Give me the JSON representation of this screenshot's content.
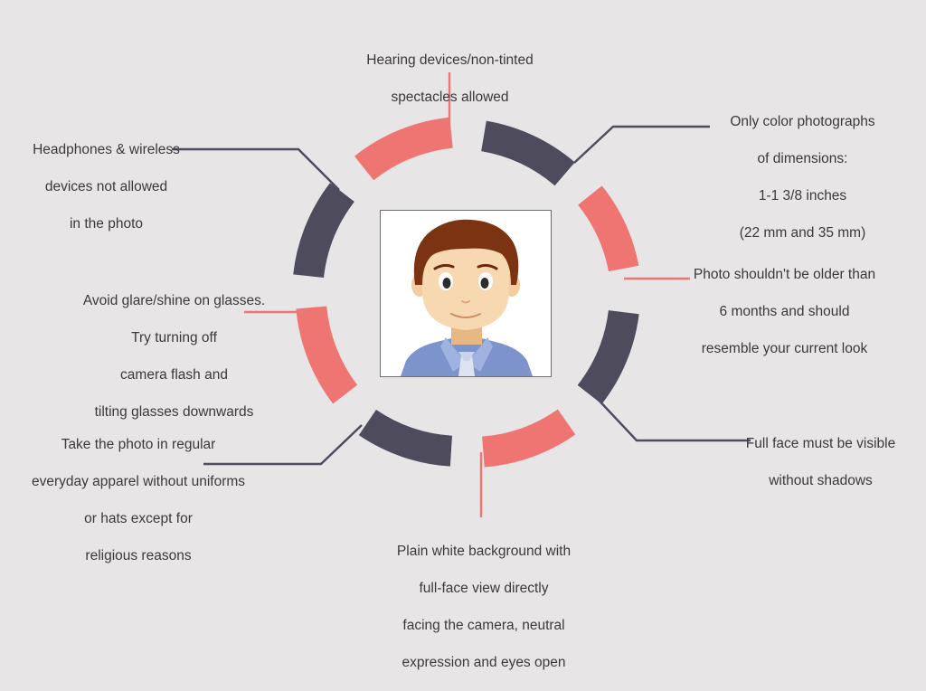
{
  "colors": {
    "background": "#e7e5e6",
    "accent_pink": "#ef7573",
    "accent_dark": "#4d4b5c",
    "text": "#3a3a3a"
  },
  "labels": {
    "top": [
      "Hearing devices/non-tinted",
      "spectacles allowed"
    ],
    "top_right": [
      "Only color photographs",
      "of dimensions:",
      "1-1 3/8 inches",
      "(22 mm and 35 mm)"
    ],
    "right": [
      "Photo shouldn't be older than",
      "6 months and should",
      "resemble your current look"
    ],
    "bottom_right": [
      "Full face must be visible",
      "without shadows"
    ],
    "bottom": [
      "Plain white background with",
      "full-face view directly",
      "facing the camera, neutral",
      "expression and eyes open"
    ],
    "bottom_left": [
      "Take the photo in regular",
      "everyday apparel without uniforms",
      "or hats except for",
      "religious reasons"
    ],
    "left": [
      "Avoid glare/shine on glasses.",
      "Try turning off",
      "camera flash and",
      "tilting glasses downwards"
    ],
    "top_left": [
      "Headphones & wireless",
      "devices not allowed",
      "in the photo"
    ]
  },
  "icons": {
    "center": "passport-photo-man-icon"
  }
}
